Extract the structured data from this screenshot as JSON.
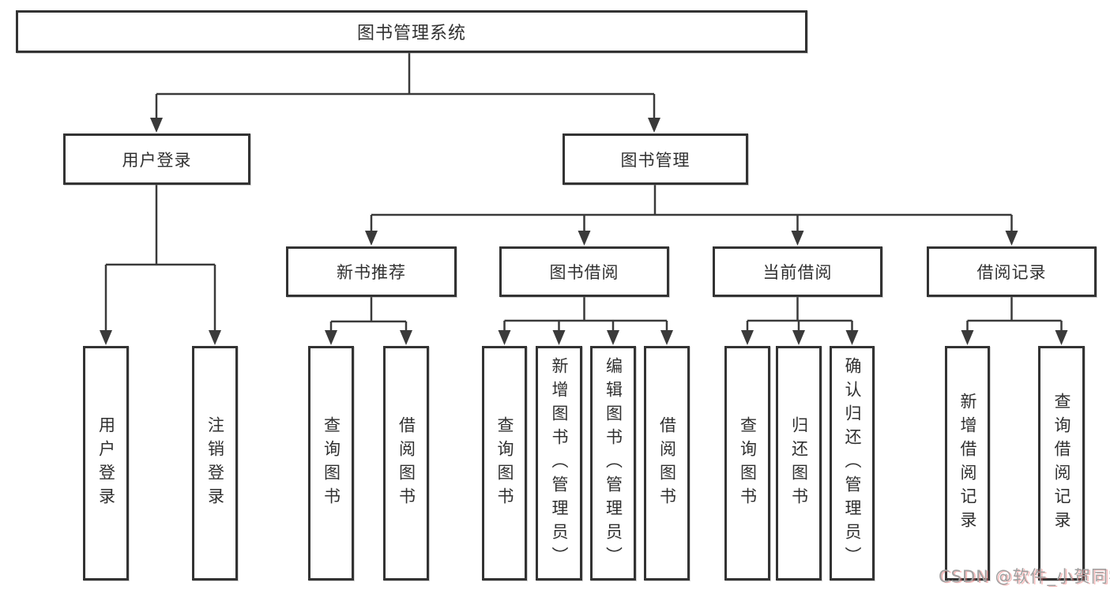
{
  "diagram": {
    "root": "图书管理系统",
    "branches": {
      "user_login": "用户登录",
      "book_management": "图书管理"
    },
    "modules": {
      "new_book": "新书推荐",
      "book_borrow": "图书借阅",
      "current_borrow": "当前借阅",
      "borrow_record": "借阅记录"
    },
    "leaves": {
      "user_login": [
        "用户登录",
        "注销登录"
      ],
      "new_book": [
        "查询图书",
        "借阅图书"
      ],
      "book_borrow": [
        "查询图书",
        "新增图书（管理员）",
        "编辑图书（管理员）",
        "借阅图书"
      ],
      "current_borrow": [
        "查询图书",
        "归还图书",
        "确认归还（管理员）"
      ],
      "borrow_record": [
        "新增借阅记录",
        "查询借阅记录"
      ]
    }
  },
  "watermark": "CSDN @软件_小贺同学",
  "colors": {
    "line": "#3a3a3a",
    "border": "#333333",
    "text": "#303030",
    "background": "#ffffff",
    "watermark": "#a0a0a0"
  }
}
